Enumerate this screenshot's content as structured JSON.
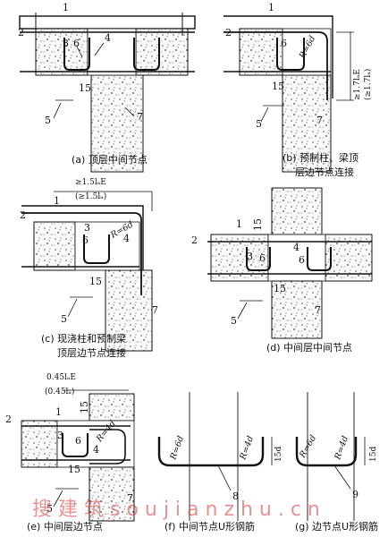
{
  "panels": {
    "a": {
      "caption": "(a) 顶层中间节点"
    },
    "b": {
      "caption_line1": "(b) 预制柱、梁顶",
      "caption_line2": "层边节点连接",
      "dim1": "≥1.7lₐE",
      "dim2": "(≥1.7lₐ)",
      "radius": "R=6d"
    },
    "c": {
      "caption_line1": "(c) 现浇柱和预制梁",
      "caption_line2": "顶层边节点连接",
      "dim1": "≥1.5lₐE",
      "dim2": "(≥1.5lₐ)",
      "radius": "R=6d"
    },
    "d": {
      "caption": "(d) 中间层中间节点"
    },
    "e": {
      "caption": "(e) 中间层边节点",
      "dim1": "0.45lₐE",
      "dim2": "(0.45lₐ)",
      "radius": "R=4d"
    },
    "f": {
      "caption": "(f) 中间节点U形钢筋",
      "radius_left": "R=6d",
      "radius_right": "R=4d",
      "dim": "15d"
    },
    "g": {
      "caption": "(g) 边节点U形钢筋",
      "radius": "R=6d",
      "radius_inner": "R=4d",
      "dim": "15d"
    }
  },
  "numbers": {
    "n1": "1",
    "n2": "2",
    "n3": "3",
    "n4": "4",
    "n5": "5",
    "n6": "6",
    "n7": "7",
    "n8": "8",
    "n9": "9",
    "n15": "15"
  },
  "watermark": "搜 建 筑      s o u j i a n z h u . c n"
}
